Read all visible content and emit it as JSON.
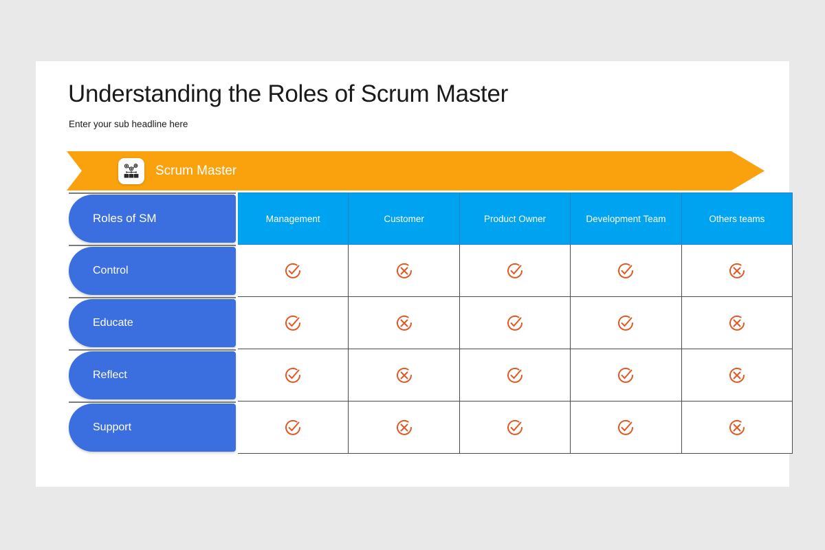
{
  "slide": {
    "title": "Understanding the Roles of Scrum Master",
    "subtitle": "Enter your sub headline here"
  },
  "banner": {
    "title": "Scrum Master",
    "icon": "team-network-icon",
    "background_color": "#f9a20d",
    "text_color": "#ffffff"
  },
  "colors": {
    "page_background": "#e9e9e9",
    "card_background": "#ffffff",
    "banner_orange": "#f9a20d",
    "header_blue": "#00a3f0",
    "pill_blue": "#3b6fe0",
    "icon_orange": "#e25822",
    "grid_line": "#4a4a4a"
  },
  "matrix": {
    "corner_label": "Roles of SM",
    "columns": [
      "Management",
      "Customer",
      "Product Owner",
      "Development Team",
      "Others teams"
    ],
    "rows": [
      {
        "label": "Control",
        "values": [
          "check",
          "cross",
          "check",
          "check",
          "cross"
        ]
      },
      {
        "label": "Educate",
        "values": [
          "check",
          "cross",
          "check",
          "check",
          "cross"
        ]
      },
      {
        "label": "Reflect",
        "values": [
          "check",
          "cross",
          "check",
          "check",
          "cross"
        ]
      },
      {
        "label": "Support",
        "values": [
          "check",
          "cross",
          "check",
          "check",
          "cross"
        ]
      }
    ],
    "icon_names": {
      "check": "check-circle-icon",
      "cross": "cross-circle-icon"
    }
  }
}
